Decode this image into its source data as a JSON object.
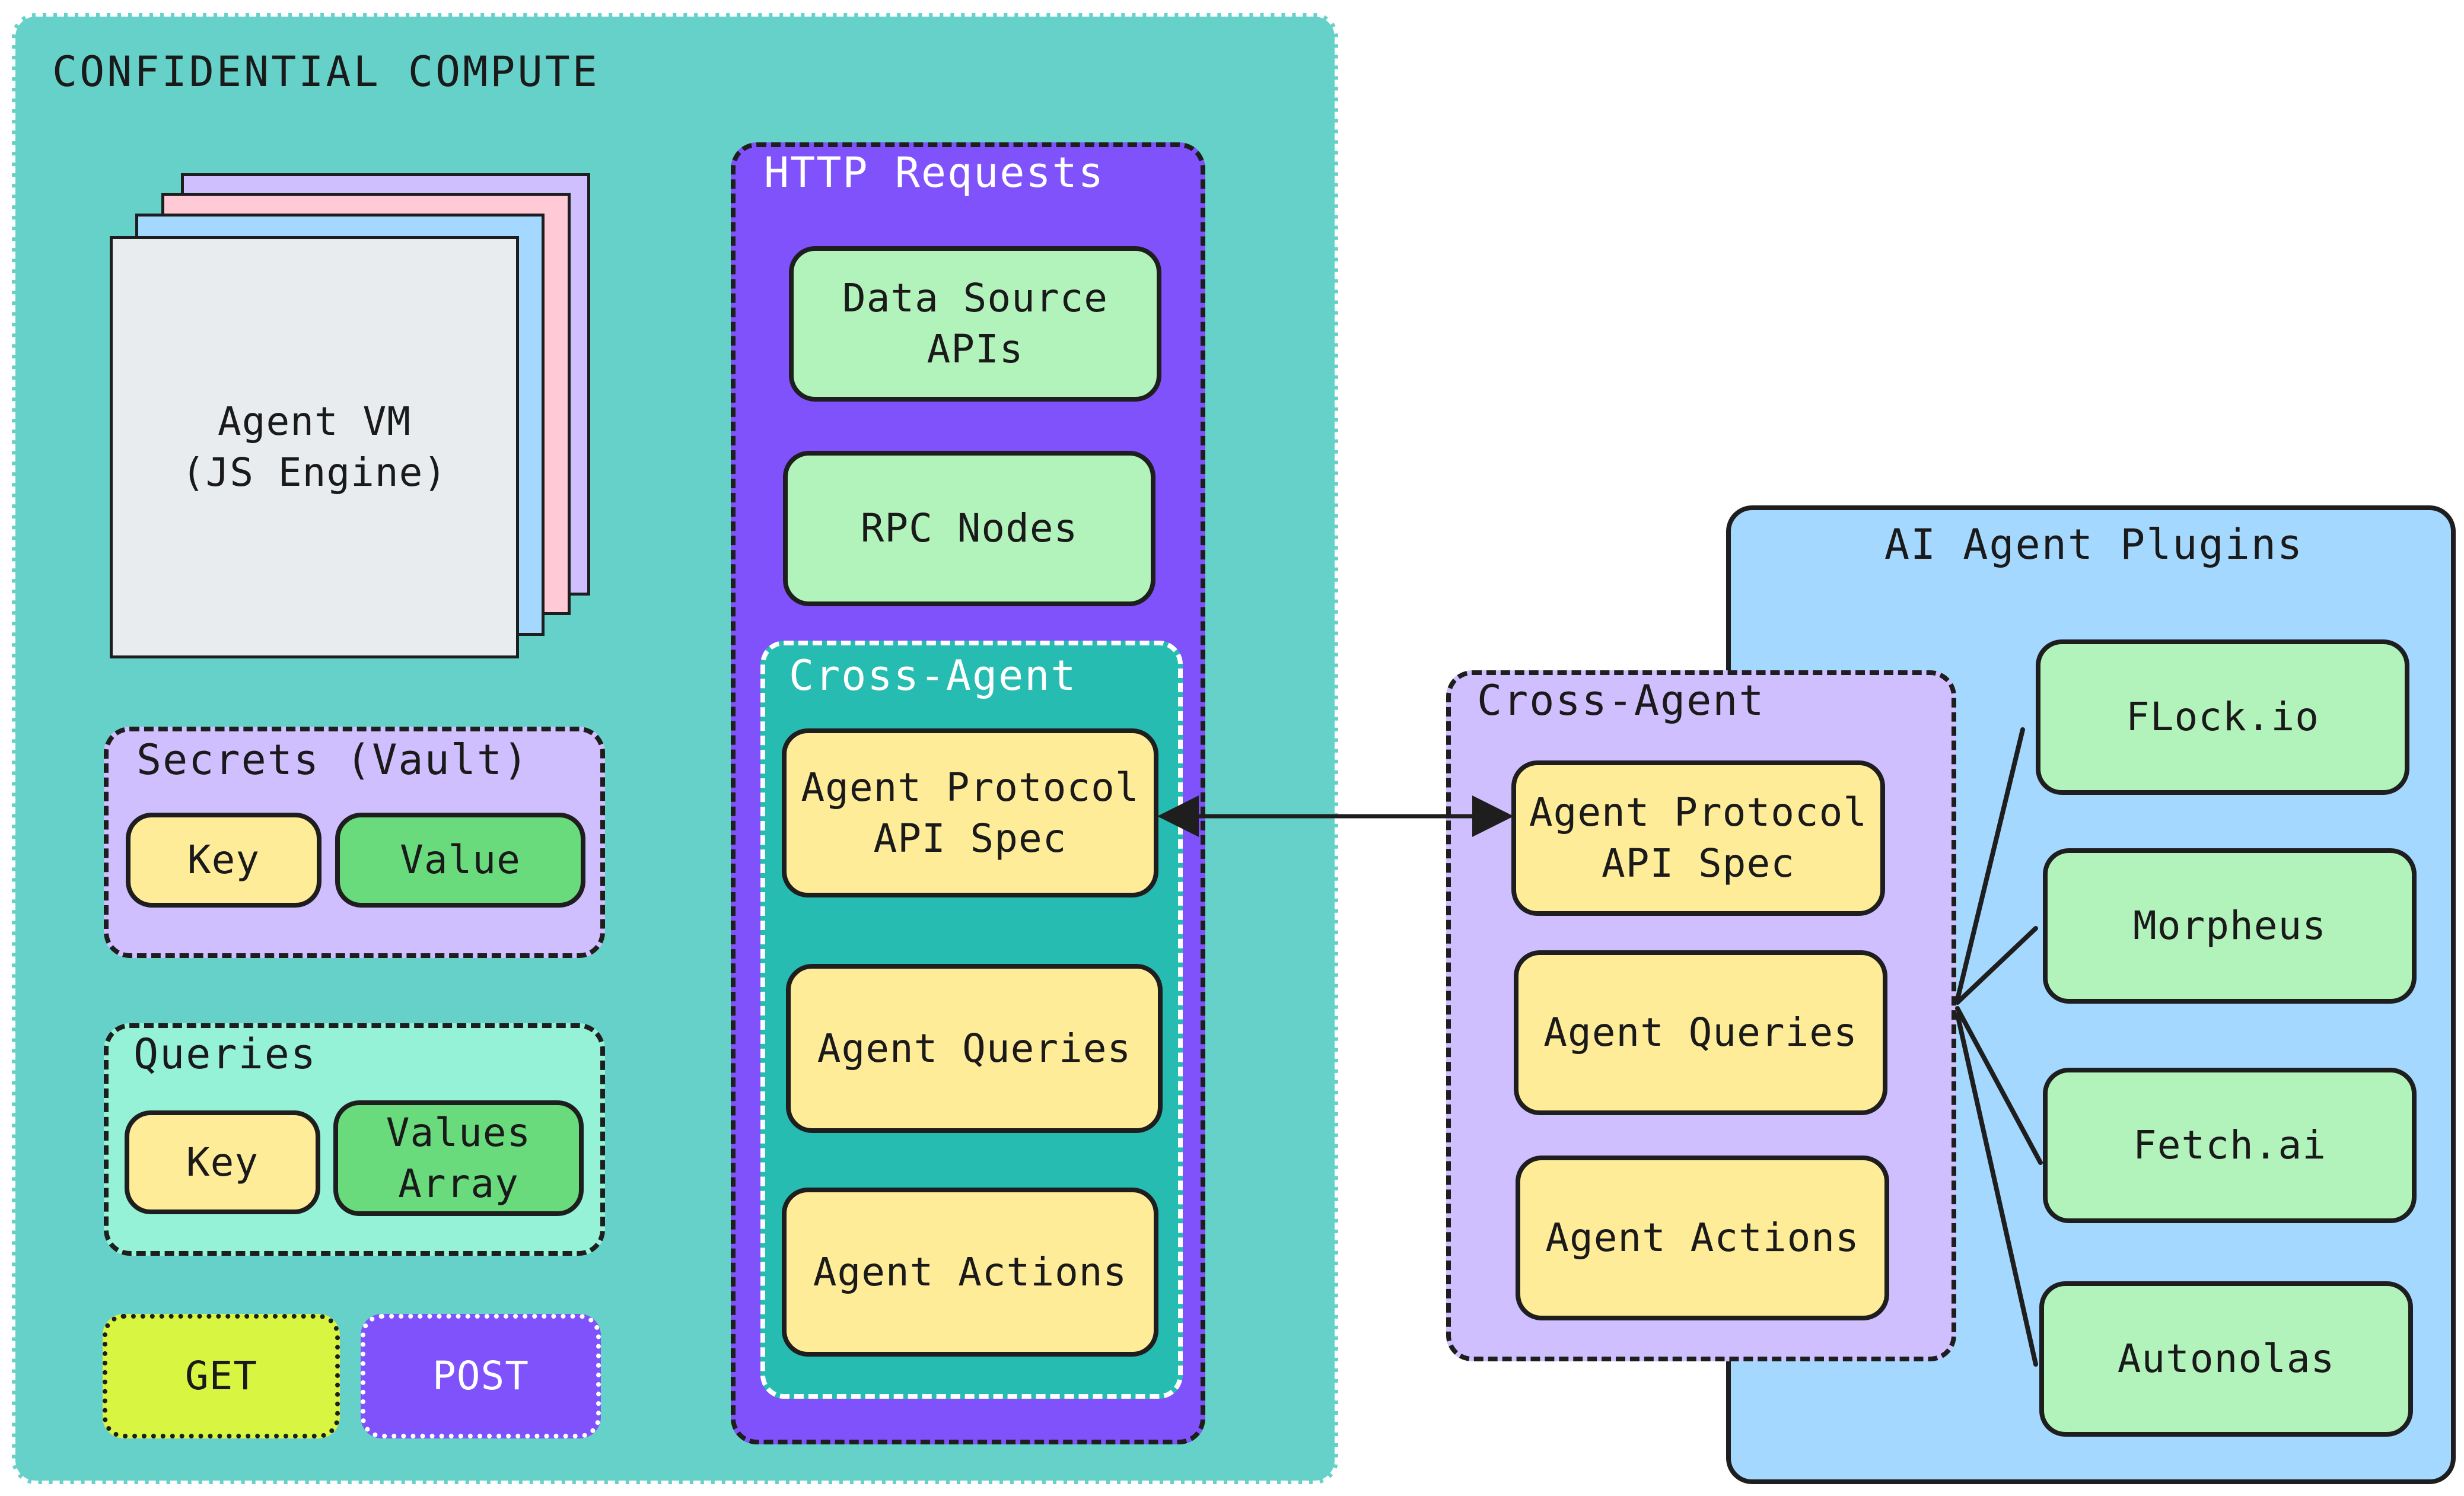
{
  "confidential": {
    "title": "CONFIDENTIAL COMPUTE"
  },
  "agent_vm": {
    "line1": "Agent VM",
    "line2": "(JS Engine)"
  },
  "secrets": {
    "title": "Secrets (Vault)",
    "key": "Key",
    "value": "Value"
  },
  "queries": {
    "title": "Queries",
    "key": "Key",
    "values_line1": "Values",
    "values_line2": "Array"
  },
  "methods": {
    "get": "GET",
    "post": "POST"
  },
  "http": {
    "title": "HTTP Requests",
    "data_source_line1": "Data Source",
    "data_source_line2": "APIs",
    "rpc": "RPC Nodes"
  },
  "cross_inner": {
    "title": "Cross-Agent",
    "protocol_line1": "Agent Protocol",
    "protocol_line2": "API Spec",
    "queries": "Agent Queries",
    "actions": "Agent Actions"
  },
  "cross_outer": {
    "title": "Cross-Agent",
    "protocol_line1": "Agent Protocol",
    "protocol_line2": "API Spec",
    "queries": "Agent Queries",
    "actions": "Agent Actions"
  },
  "plugins": {
    "title": "AI Agent Plugins",
    "items": [
      "FLock.io",
      "Morpheus",
      "Fetch.ai",
      "Autonolas"
    ]
  },
  "colors": {
    "teal": "#66d1c9",
    "purple": "#8052fb",
    "inner_teal": "#27bcb1",
    "light_blue": "#a5d8ff",
    "lavender": "#d0bfff",
    "mint": "#96f2d7",
    "lime": "#d8f542",
    "green": "#b2f2bb",
    "yellow": "#ffec99",
    "dark_green": "#69db7c"
  }
}
